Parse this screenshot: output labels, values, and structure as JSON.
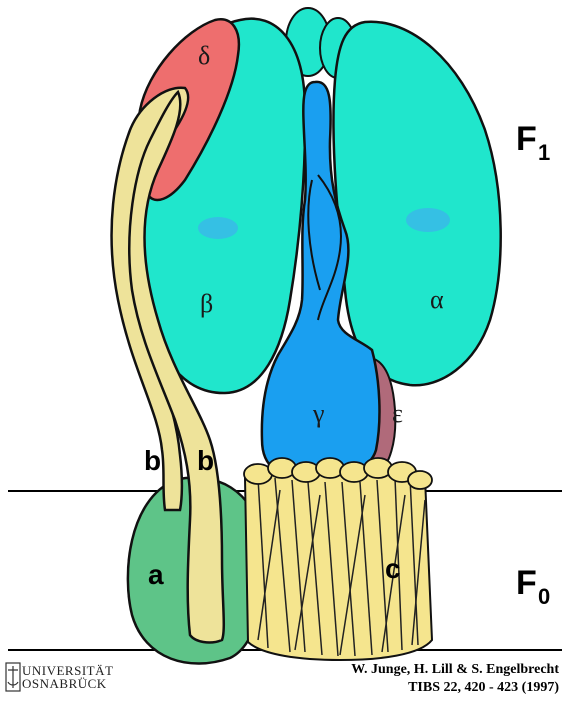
{
  "labels": {
    "delta": "δ",
    "beta": "β",
    "alpha": "α",
    "gamma": "γ",
    "epsilon": "ε",
    "b_left": "b",
    "b_right": "b",
    "a": "a",
    "c": "c",
    "f1_main": "F",
    "f1_sub": "1",
    "f0_main": "F",
    "f0_sub": "0"
  },
  "logo": {
    "line1": "UNIVERSITÄT",
    "line2": "OSNABRÜCK"
  },
  "citation": {
    "authors": "W. Junge, H. Lill & S. Engelbrecht",
    "reference": "TIBS 22, 420 - 423 (1997)"
  },
  "colors": {
    "alpha_beta": "#20e6cc",
    "gamma": "#1a9ff0",
    "delta": "#ee6e6e",
    "epsilon": "#b06a7a",
    "b_stalk": "#eee39a",
    "a_subunit": "#5ec488",
    "c_ring": "#f5e58e",
    "outline": "#111111"
  }
}
